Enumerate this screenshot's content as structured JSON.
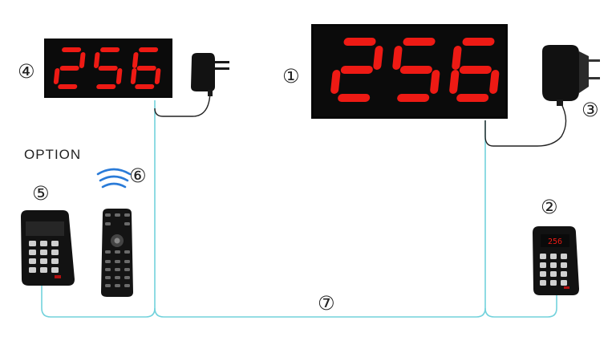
{
  "labels": {
    "main_display": "①",
    "keypad_right": "②",
    "adapter_right": "③",
    "small_display": "④",
    "keypad_left": "⑤",
    "remote": "⑥",
    "cable": "⑦"
  },
  "option_text": "OPTION",
  "display_number": "256",
  "keypad_number": "256",
  "colors": {
    "led": "#ee1a14",
    "cable": "#72d2dc",
    "panel": "#070707",
    "adapter": "#111111"
  }
}
